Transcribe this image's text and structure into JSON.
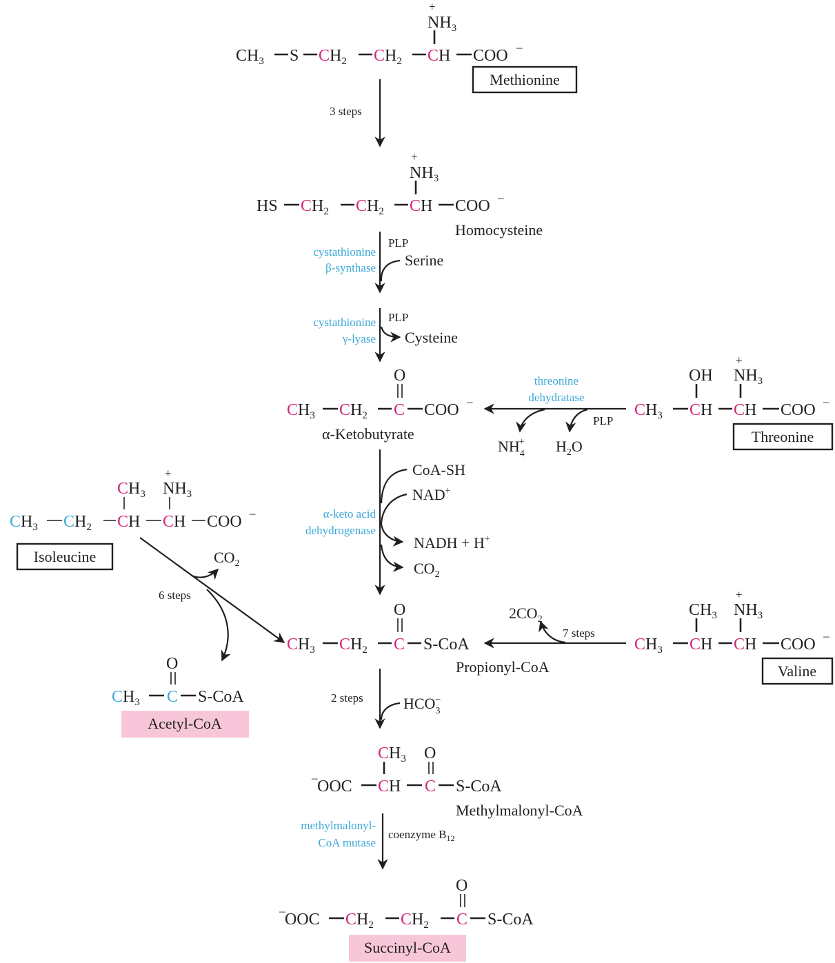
{
  "compounds": {
    "methionine": {
      "name": "Methionine",
      "f1": "CH",
      "f1s": "3",
      "s": "S",
      "ch2a": "CH",
      "ch2b": "CH",
      "two": "2",
      "ch": "CH",
      "coo": "COO",
      "minus": "–",
      "nh": "NH",
      "nh3": "3",
      "plus": "+"
    },
    "homocysteine": {
      "name": "Homocysteine",
      "hs": "HS",
      "ch": "CH",
      "two": "2",
      "coo": "COO",
      "minus": "–",
      "nh": "NH",
      "three": "3",
      "plus": "+"
    },
    "serine": "Serine",
    "cysteine": "Cysteine",
    "ketobutyrate": {
      "name": "α-Ketobutyrate",
      "ch": "CH",
      "c": "C",
      "o": "O",
      "three": "3",
      "two": "2",
      "coo": "COO",
      "minus": "–"
    },
    "threonine": {
      "name": "Threonine",
      "ch": "CH",
      "oh": "OH",
      "nh": "NH",
      "three": "3",
      "coo": "COO",
      "minus": "–",
      "plus": "+"
    },
    "isoleucine": {
      "name": "Isoleucine",
      "ch": "CH",
      "c": "C",
      "three": "3",
      "two": "2",
      "nh": "NH",
      "coo": "COO",
      "minus": "–",
      "plus": "+"
    },
    "propionyl_coa": {
      "name": "Propionyl-CoA",
      "ch": "CH",
      "c": "C",
      "o": "O",
      "three": "3",
      "two": "2",
      "scoa": "S-CoA"
    },
    "acetyl_coa": {
      "name": "Acetyl-CoA",
      "ch": "CH",
      "c": "C",
      "o": "O",
      "three": "3",
      "scoa": "S-CoA"
    },
    "valine": {
      "name": "Valine",
      "ch": "CH",
      "three": "3",
      "nh": "NH",
      "coo": "COO",
      "minus": "–",
      "plus": "+"
    },
    "methylmalonyl_coa": {
      "name": "Methylmalonyl-CoA",
      "minus": "–",
      "ooc": "OOC",
      "ch": "CH",
      "three": "3",
      "c": "C",
      "o": "O",
      "scoa": "S-CoA"
    },
    "succinyl_coa": {
      "name": "Succinyl-CoA",
      "minus": "–",
      "ooc": "OOC",
      "ch": "CH",
      "two": "2",
      "c": "C",
      "o": "O",
      "scoa": "S-CoA"
    }
  },
  "steps": {
    "three_steps": "3 steps",
    "six_steps": "6 steps",
    "seven_steps": "7 steps",
    "two_steps": "2 steps"
  },
  "cofactors": {
    "plp": "PLP",
    "coash": "CoA-SH",
    "nad": "NAD",
    "nad_plus": "+",
    "nadh": "NADH + H",
    "co2": "CO",
    "two": "2",
    "two_co2": "2CO",
    "nh4": "NH",
    "nh4_sub": "4",
    "nh4_sup": "+",
    "h2o_h": "H",
    "h2o_o": "O",
    "hco3": "HCO",
    "hco3_sub": "3",
    "hco3_sup": "–",
    "coenzyme_b12": "coenzyme B",
    "b12_sub": "12"
  },
  "enzymes": {
    "cbs_1": "cystathionine",
    "cbs_2": "β-synthase",
    "cgl_1": "cystathionine",
    "cgl_2": "γ-lyase",
    "thr_1": "threonine",
    "thr_2": "dehydratase",
    "kad_1": "α-keto acid",
    "kad_2": "dehydrogenase",
    "mcm_1": "methylmalonyl-",
    "mcm_2": "CoA mutase"
  },
  "colors": {
    "highlight_pink": "#d4277a",
    "enzyme_blue": "#3aa8d8",
    "product_highlight": "#f7c7d9"
  }
}
